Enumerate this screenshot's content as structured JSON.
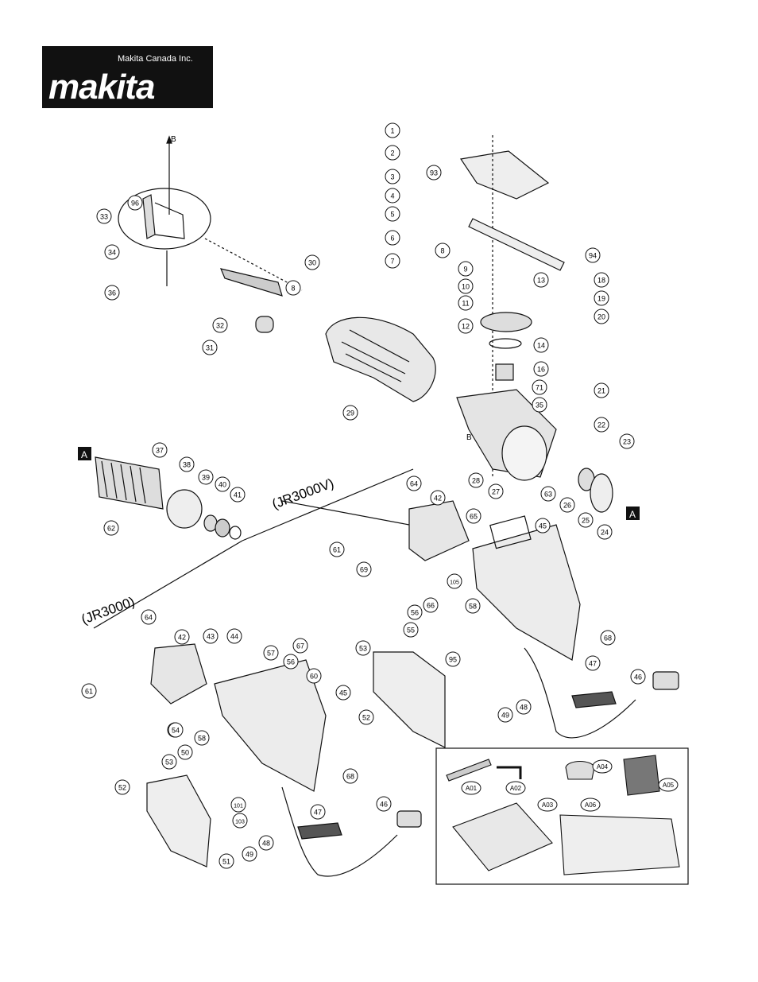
{
  "header": {
    "company": "Makita Canada Inc.",
    "logo_text": "makita"
  },
  "diagram": {
    "model_labels": [
      "(JR3000V)",
      "(JR3000)"
    ],
    "section_markers": [
      "A",
      "B"
    ],
    "parts": [
      "1",
      "2",
      "3",
      "4",
      "5",
      "6",
      "7",
      "8",
      "9",
      "10",
      "11",
      "12",
      "13",
      "14",
      "16",
      "18",
      "19",
      "20",
      "21",
      "22",
      "23",
      "24",
      "25",
      "26",
      "27",
      "28",
      "29",
      "30",
      "31",
      "32",
      "33",
      "34",
      "35",
      "36",
      "37",
      "38",
      "39",
      "40",
      "41",
      "42",
      "43",
      "44",
      "45",
      "46",
      "47",
      "48",
      "49",
      "50",
      "51",
      "52",
      "53",
      "54",
      "55",
      "56",
      "57",
      "58",
      "60",
      "61",
      "62",
      "63",
      "64",
      "65",
      "66",
      "67",
      "68",
      "69",
      "71",
      "93",
      "94",
      "95",
      "96",
      "101",
      "103",
      "105"
    ],
    "accessories": [
      "A01",
      "A02",
      "A03",
      "A04",
      "A05",
      "A06"
    ]
  }
}
